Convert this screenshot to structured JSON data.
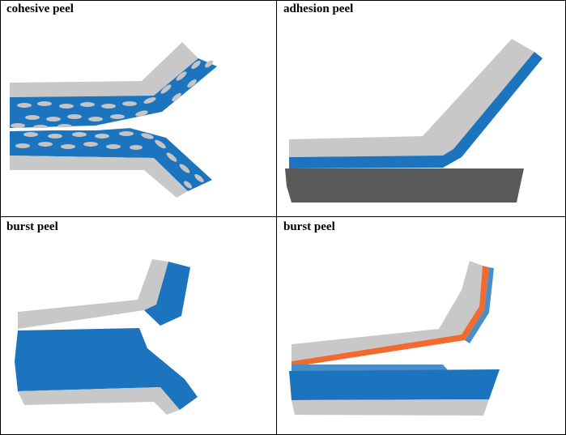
{
  "panels": [
    {
      "title": "cohesive peel"
    },
    {
      "title": "adhesion peel"
    },
    {
      "title": "burst peel"
    },
    {
      "title": "burst peel"
    }
  ],
  "colors": {
    "substrate_gray": "#c8c8c8",
    "adhesive_blue": "#1b74bd",
    "light_blue": "#4a8ec8",
    "dark_substrate": "#5a5a5a",
    "orange_layer": "#f26a2e",
    "particle_gray": "#c4c4c4"
  }
}
